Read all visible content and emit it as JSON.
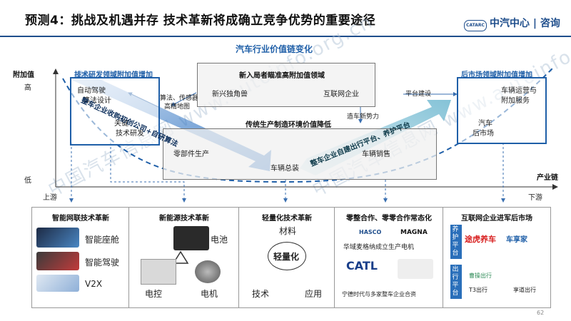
{
  "header": {
    "title": "预测4：挑战及机遇并存 技术革新将成确立竞争优势的重要途径",
    "brand": "中汽中心 | 咨询",
    "logo_text": "CATARC"
  },
  "diagram": {
    "title": "汽车行业价值链变化",
    "y_axis_label": "附加值",
    "y_high": "高",
    "y_low": "低",
    "x_axis_label": "产业链",
    "x_left": "上游",
    "x_right": "下游",
    "left_box": {
      "title": "技术研发领域附加值增加",
      "items": [
        "自动驾驶",
        "算法设计",
        "关键",
        "技术研发"
      ]
    },
    "right_box": {
      "title": "后市场领域附加值增加",
      "items": [
        "车辆运营与",
        "附加服务",
        "汽车",
        "后市场"
      ]
    },
    "top_box": {
      "title": "新入局者瞄准高附加值领域",
      "left": "新兴独角兽",
      "right": "互联网企业"
    },
    "mid_box": {
      "title": "传统生产制造环境价值降低",
      "left": "零部件生产",
      "right": "车辆销售",
      "bottom": "车辆总装"
    },
    "algo_label": "算法、传感器",
    "hd_map_label": "高精地图",
    "platform_label": "平台建设",
    "power_label": "造车新势力",
    "arrow_left_text": "整车企业收购初创公司+自研算法",
    "arrow_right_text": "整车企业自建出行平台、养护平台"
  },
  "panels": [
    {
      "title": "智能网联技术革新",
      "items": [
        "智能座舱",
        "智能驾驶",
        "V2X"
      ]
    },
    {
      "title": "新能源技术革新",
      "items": [
        "电池",
        "电控",
        "电机"
      ]
    },
    {
      "title": "轻量化技术革新",
      "items": [
        "材料",
        "轻量化",
        "技术",
        "应用"
      ]
    },
    {
      "title": "零整合作、零零合作常态化",
      "logos": [
        "HASCO",
        "MAGNA",
        "CATL"
      ],
      "captions": [
        "华域麦格纳成立生产电机",
        "宁德时代与多家整车企业合资"
      ]
    },
    {
      "title": "互联网企业进军后市场",
      "rows": [
        {
          "label": "养护平台",
          "logos": [
            "途虎养车",
            "车享家"
          ]
        },
        {
          "label": "出行平台",
          "logos": [
            "曹操出行",
            "T3出行",
            "享道出行"
          ]
        }
      ]
    }
  ],
  "watermark": "中国汽车信息网 www.autoinfo.org.cn",
  "page_number": "62"
}
